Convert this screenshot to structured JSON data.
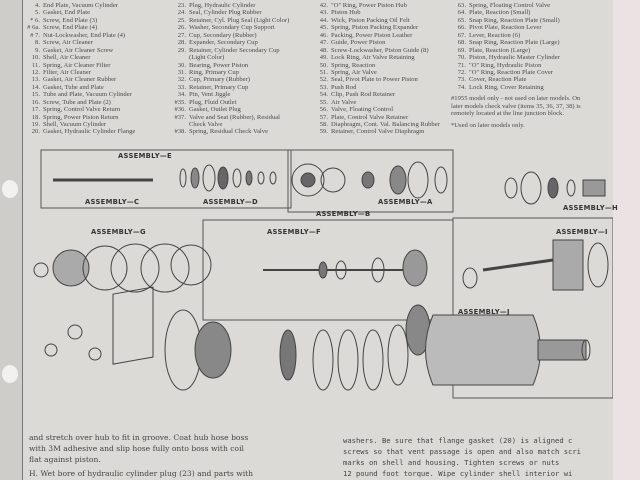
{
  "parts_columns": [
    [
      {
        "n": "4.",
        "t": "End Plate, Vacuum Cylinder"
      },
      {
        "n": "5.",
        "t": "Gasket, End Plate"
      },
      {
        "n": "* 6.",
        "t": "Screw, End Plate (3)"
      },
      {
        "n": "# 6a.",
        "t": "Screw, End Plate (4)"
      },
      {
        "n": "# 7.",
        "t": "Nut-Lockwasher, End Plate (4)"
      },
      {
        "n": "8.",
        "t": "Screw, Air Cleaner"
      },
      {
        "n": "9.",
        "t": "Gasket, Air Cleaner Screw"
      },
      {
        "n": "10.",
        "t": "Shell, Air Cleaner"
      },
      {
        "n": "11.",
        "t": "Spring, Air Cleaner Filter"
      },
      {
        "n": "12.",
        "t": "Filter, Air Cleaner"
      },
      {
        "n": "13.",
        "t": "Gasket, Air Cleaner Rubber"
      },
      {
        "n": "14.",
        "t": "Gasket, Tube and Plate"
      },
      {
        "n": "15.",
        "t": "Tube and Plate, Vacuum Cylinder"
      },
      {
        "n": "16.",
        "t": "Screw, Tube and Plate (2)"
      },
      {
        "n": "17.",
        "t": "Spring, Control Valve Return"
      },
      {
        "n": "18.",
        "t": "Spring, Power Piston Return"
      },
      {
        "n": "19.",
        "t": "Shell, Vacuum Cylinder"
      },
      {
        "n": "20.",
        "t": "Gasket, Hydraulic Cylinder Flange"
      }
    ],
    [
      {
        "n": "23.",
        "t": "Plug, Hydraulic Cylinder"
      },
      {
        "n": "24.",
        "t": "Seal, Cylinder Plug Rubber"
      },
      {
        "n": "25.",
        "t": "Retainer, Cyl. Plug Seal (Light Color)"
      },
      {
        "n": "26.",
        "t": "Washer, Secondary Cup Support"
      },
      {
        "n": "27.",
        "t": "Cup, Secondary (Rubber)"
      },
      {
        "n": "28.",
        "t": "Expander, Secondary Cup"
      },
      {
        "n": "29.",
        "t": "Retainer, Cylinder Secondary Cup"
      },
      {
        "n": "",
        "t": "(Light Color)"
      },
      {
        "n": "30.",
        "t": "Bearing, Power Piston"
      },
      {
        "n": "31.",
        "t": "Ring, Primary Cup"
      },
      {
        "n": "32.",
        "t": "Cup, Primary (Rubber)"
      },
      {
        "n": "33.",
        "t": "Retainer, Primary Cup"
      },
      {
        "n": "34.",
        "t": "Pin, Vent Jiggle"
      },
      {
        "n": "#35.",
        "t": "Plug, Fluid Outlet"
      },
      {
        "n": "#36.",
        "t": "Gasket, Outlet Plug"
      },
      {
        "n": "#37.",
        "t": "Valve and Seat (Rubber), Residual"
      },
      {
        "n": "",
        "t": "Check Valve"
      },
      {
        "n": "#38.",
        "t": "Spring, Residual Check Valve"
      }
    ],
    [
      {
        "n": "42.",
        "t": "\"O\" Ring, Power Piston Hub"
      },
      {
        "n": "43.",
        "t": "Piston Hub"
      },
      {
        "n": "44.",
        "t": "Wick, Piston Packing Oil Felt"
      },
      {
        "n": "45.",
        "t": "Spring, Piston Packing Expander"
      },
      {
        "n": "46.",
        "t": "Packing, Power Piston Leather"
      },
      {
        "n": "47.",
        "t": "Guide, Power Piston"
      },
      {
        "n": "48.",
        "t": "Screw-Lockwasher, Piston Guide (8)"
      },
      {
        "n": "49.",
        "t": "Lock Ring, Air Valve Retaining"
      },
      {
        "n": "50.",
        "t": "Spring, Reaction"
      },
      {
        "n": "51.",
        "t": "Spring, Air Valve"
      },
      {
        "n": "52.",
        "t": "Seal, Pivot Plate to Power Piston"
      },
      {
        "n": "53.",
        "t": "Push Rod"
      },
      {
        "n": "54.",
        "t": "Clip, Push Rod Retainer"
      },
      {
        "n": "55.",
        "t": "Air Valve"
      },
      {
        "n": "56.",
        "t": "Valve, Floating Control"
      },
      {
        "n": "57.",
        "t": "Plate, Control Valve Retainer"
      },
      {
        "n": "58.",
        "t": "Diaphragm, Cont. Val. Balancing Rubber"
      },
      {
        "n": "59.",
        "t": "Retainer, Control Valve Diaphragm"
      }
    ],
    [
      {
        "n": "63.",
        "t": "Spring, Floating Control Valve"
      },
      {
        "n": "64.",
        "t": "Plate, Reaction (Small)"
      },
      {
        "n": "65.",
        "t": "Snap Ring, Reaction Plate (Small)"
      },
      {
        "n": "66.",
        "t": "Pivot Plate, Reaction Lever"
      },
      {
        "n": "67.",
        "t": "Lever, Reaction (6)"
      },
      {
        "n": "68.",
        "t": "Snap Ring, Reaction Plate (Large)"
      },
      {
        "n": "69.",
        "t": "Plate, Reaction (Large)"
      },
      {
        "n": "70.",
        "t": "Piston, Hydraulic Master Cylinder"
      },
      {
        "n": "71.",
        "t": "\"O\" Ring, Hydraulic Piston"
      },
      {
        "n": "72.",
        "t": "\"O\" Ring, Reaction Plate Cover"
      },
      {
        "n": "73.",
        "t": "Cover, Reaction Plate"
      },
      {
        "n": "74.",
        "t": "Lock Ring, Cover Retaining"
      }
    ]
  ],
  "notes": {
    "model_note": "#1955 model only - not used on later models. On later models check valve (items 35, 36, 37, 38) is remotely located at the line junction block.",
    "later_note": "*Used on later models only."
  },
  "diagram_labels": {
    "a": "ASSEMBLY—A",
    "b": "ASSEMBLY—B",
    "c": "ASSEMBLY—C",
    "d": "ASSEMBLY—D",
    "e": "ASSEMBLY—E",
    "f": "ASSEMBLY—F",
    "g": "ASSEMBLY—G",
    "h": "ASSEMBLY—H",
    "i": "ASSEMBLY—I",
    "j": "ASSEMBLY—J"
  },
  "body_text": {
    "left": [
      "and stretch over hub to fit in groove. Coat hub hose boss",
      "with 3M adhesive and slip hose fully onto boss with coil",
      "flat against piston.",
      "H.  Wet bore of hydraulic cylinder plug (23) and parts with"
    ],
    "right": [
      "washers. Be sure that flange gasket (20) is aligned c",
      "screws so that vent passage is open and also match scri",
      "marks on shell and housing. Tighten screws or nuts",
      "12 pound foot torque. Wipe cylinder shell interior wi"
    ]
  }
}
